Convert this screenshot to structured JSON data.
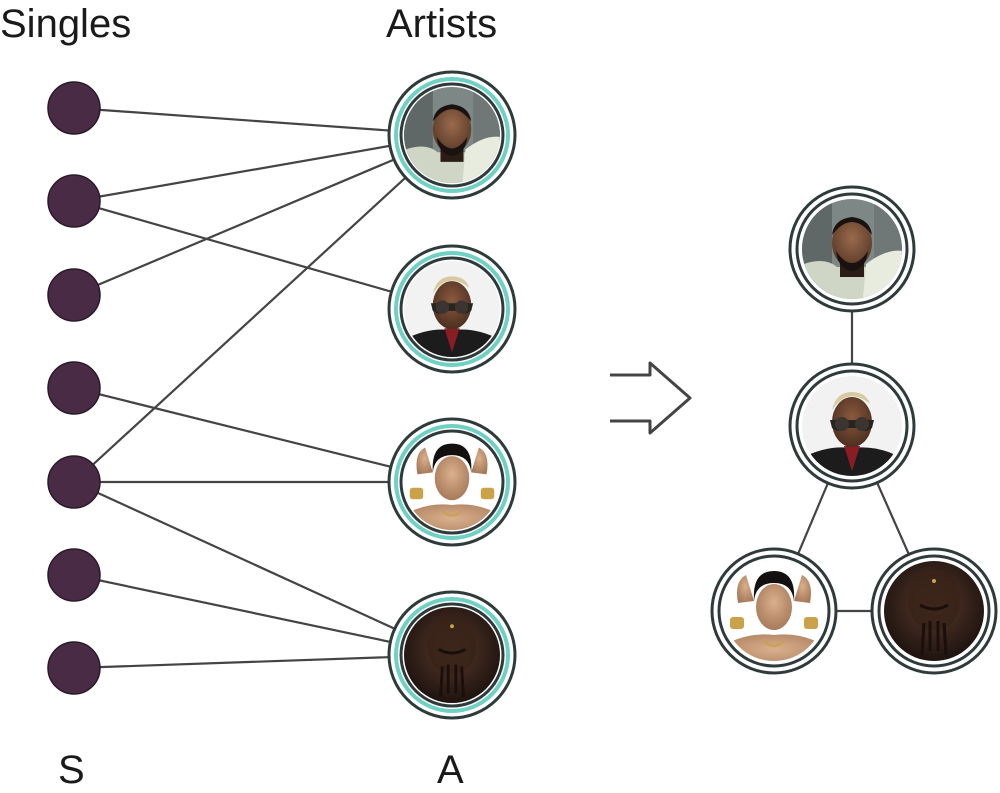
{
  "labels": {
    "singles_title": "Singles",
    "artists_title": "Artists",
    "singles_set": "S",
    "artists_set": "A"
  },
  "colors": {
    "single_node": "#4a2b45",
    "edge": "#444444",
    "artist_ring_outer": "#2f3b3a",
    "artist_ring_teal": "#6fd1c3",
    "arrow": "#444444"
  },
  "singles": [
    "s1",
    "s2",
    "s3",
    "s4",
    "s5",
    "s6",
    "s7"
  ],
  "artists": [
    "artist-1",
    "artist-2",
    "artist-3",
    "artist-4"
  ],
  "bipartite_edges": [
    [
      "s1",
      "artist-1"
    ],
    [
      "s2",
      "artist-1"
    ],
    [
      "s2",
      "artist-2"
    ],
    [
      "s3",
      "artist-1"
    ],
    [
      "s4",
      "artist-3"
    ],
    [
      "s5",
      "artist-1"
    ],
    [
      "s5",
      "artist-3"
    ],
    [
      "s5",
      "artist-4"
    ],
    [
      "s6",
      "artist-4"
    ],
    [
      "s7",
      "artist-4"
    ]
  ],
  "projection_edges": [
    [
      "artist-1",
      "artist-2"
    ],
    [
      "artist-2",
      "artist-3"
    ],
    [
      "artist-2",
      "artist-4"
    ],
    [
      "artist-3",
      "artist-4"
    ]
  ]
}
